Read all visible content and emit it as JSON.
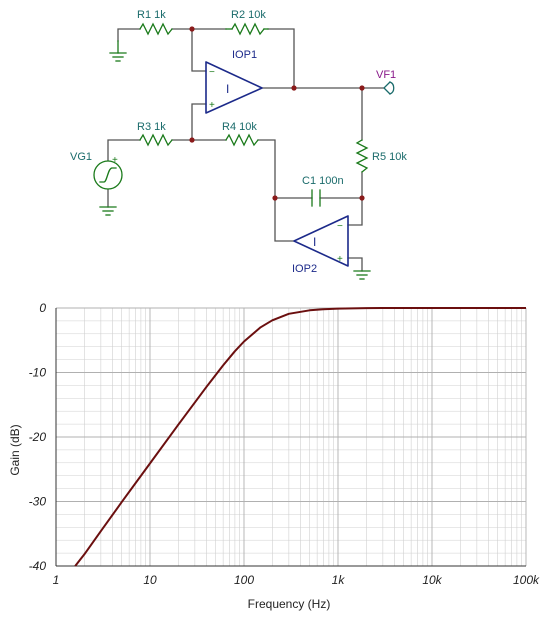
{
  "colors": {
    "component": "#1a7a1a",
    "wire": "#555555",
    "opamp": "#1c2a8a",
    "label_component": "#1a6b6b",
    "label_opamp": "#1c2a8a",
    "label_probe": "#8a1a8a",
    "curve": "#6b0f0f",
    "grid": "#d0d0d0"
  },
  "schematic": {
    "r1": "R1 1k",
    "r2": "R2 10k",
    "r3": "R3 1k",
    "r4": "R4 10k",
    "r5": "R5 10k",
    "c1": "C1 100n",
    "iop1": "IOP1",
    "iop2": "IOP2",
    "vg1": "VG1",
    "vf1": "VF1",
    "opamp_glyph": "I",
    "plus": "+",
    "minus": "−"
  },
  "chart_data": {
    "type": "line",
    "xlabel": "Frequency (Hz)",
    "ylabel": "Gain (dB)",
    "xscale": "log",
    "xlim": [
      1,
      100000
    ],
    "ylim": [
      -40,
      0
    ],
    "grid": true,
    "x_ticks": [
      1,
      10,
      100,
      1000,
      10000,
      100000
    ],
    "x_tick_labels": [
      "1",
      "10",
      "100",
      "1k",
      "10k",
      "100k"
    ],
    "y_ticks": [
      0,
      -10,
      -20,
      -30,
      -40
    ],
    "y_tick_labels": [
      "0",
      "-10",
      "-20",
      "-30",
      "-40"
    ],
    "series": [
      {
        "x": [
          1.6,
          2,
          3,
          5,
          10,
          20,
          40,
          60,
          80,
          100,
          150,
          200,
          300,
          500,
          700,
          1000,
          2000,
          5000,
          10000,
          100000
        ],
        "y": [
          -40,
          -38.2,
          -34.6,
          -30.1,
          -24.1,
          -18.1,
          -12.2,
          -8.9,
          -6.7,
          -5.2,
          -3.0,
          -1.9,
          -0.9,
          -0.35,
          -0.18,
          -0.09,
          -0.02,
          0,
          0,
          0
        ]
      }
    ]
  }
}
